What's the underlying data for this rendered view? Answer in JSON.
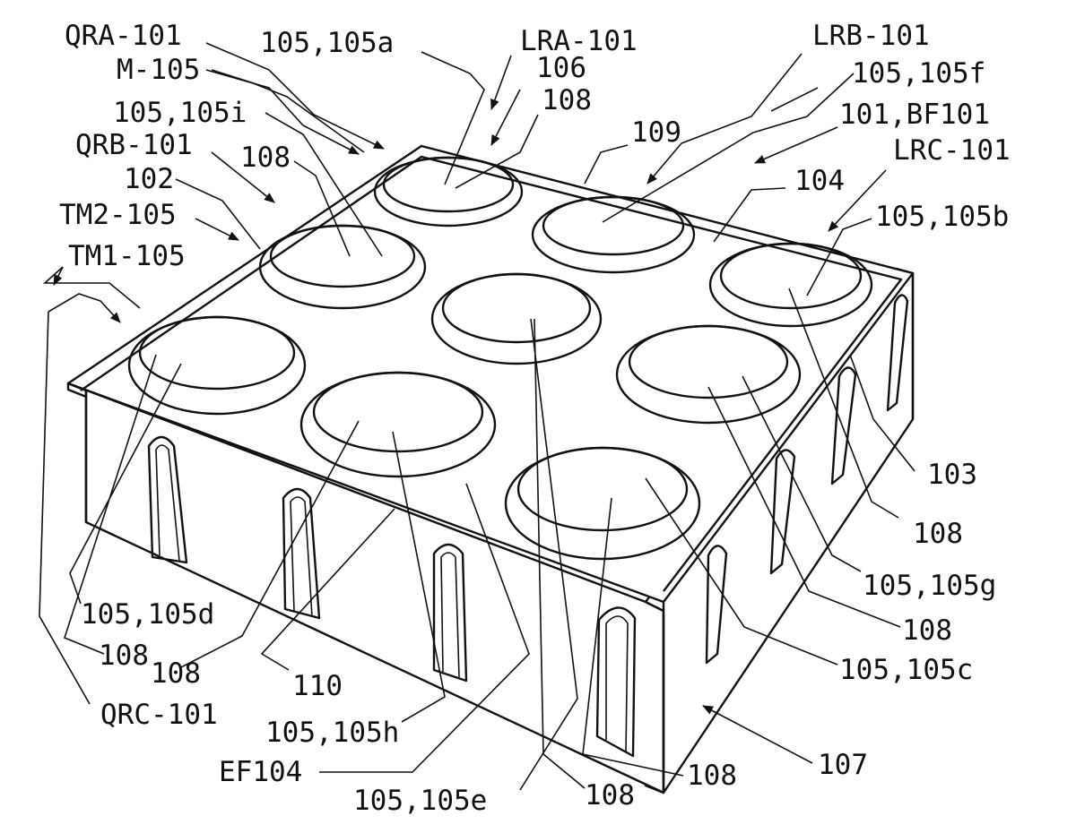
{
  "figure": {
    "description_labels": {
      "QRA-101": "QRA-101",
      "105_105a": "105,105a",
      "LRA-101": "LRA-101",
      "LRB-101": "LRB-101",
      "M-105": "M-105",
      "106": "106",
      "105_105f": "105,105f",
      "108_a": "108",
      "105_105i": "105,105i",
      "101_BF101": "101,BF101",
      "QRB-101": "QRB-101",
      "109": "109",
      "LRC-101": "LRC-101",
      "108_b": "108",
      "102": "102",
      "104": "104",
      "TM2-105": "TM2-105",
      "105_105b": "105,105b",
      "TM1-105": "TM1-105",
      "103": "103",
      "108_c": "108",
      "105_105g": "105,105g",
      "105_105d": "105,105d",
      "108_d": "108",
      "108_e": "108",
      "108_f": "108",
      "110": "110",
      "105_105c": "105,105c",
      "QRC-101": "QRC-101",
      "105_105h": "105,105h",
      "107": "107",
      "EF104": "EF104",
      "108_g": "108",
      "105_105e": "105,105e",
      "108_h": "108"
    }
  }
}
